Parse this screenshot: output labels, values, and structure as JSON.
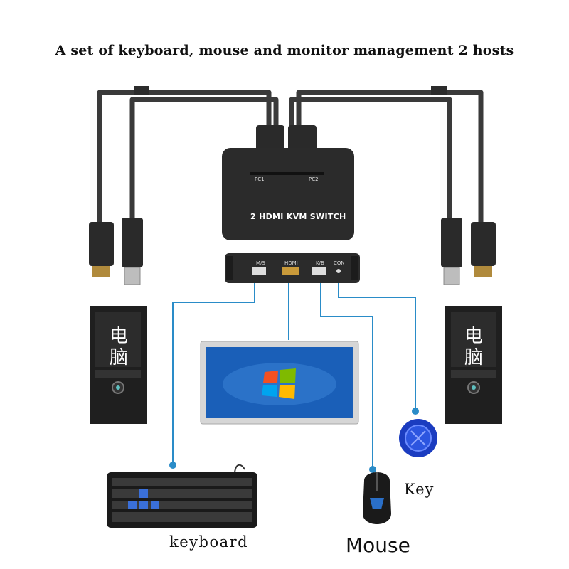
{
  "title": "A set of keyboard, mouse and monitor management 2 hosts",
  "device": {
    "top_ports": [
      "PC1",
      "PC2"
    ],
    "brand_text": "2 HDMI KVM SWITCH",
    "front_ports": {
      "ms": "M/S",
      "hdmi": "HDMI",
      "kb": "K/B",
      "con": "CON"
    }
  },
  "computers": {
    "left_label": "电脑",
    "right_label": "电脑"
  },
  "labels": {
    "key": "Key",
    "keyboard": "keyboard",
    "mouse": "Mouse"
  },
  "colors": {
    "cable": "#3a3a3a",
    "connection_line": "#2a8cc8",
    "device": "#2a2a2a",
    "screen": "#1a5fb8"
  }
}
